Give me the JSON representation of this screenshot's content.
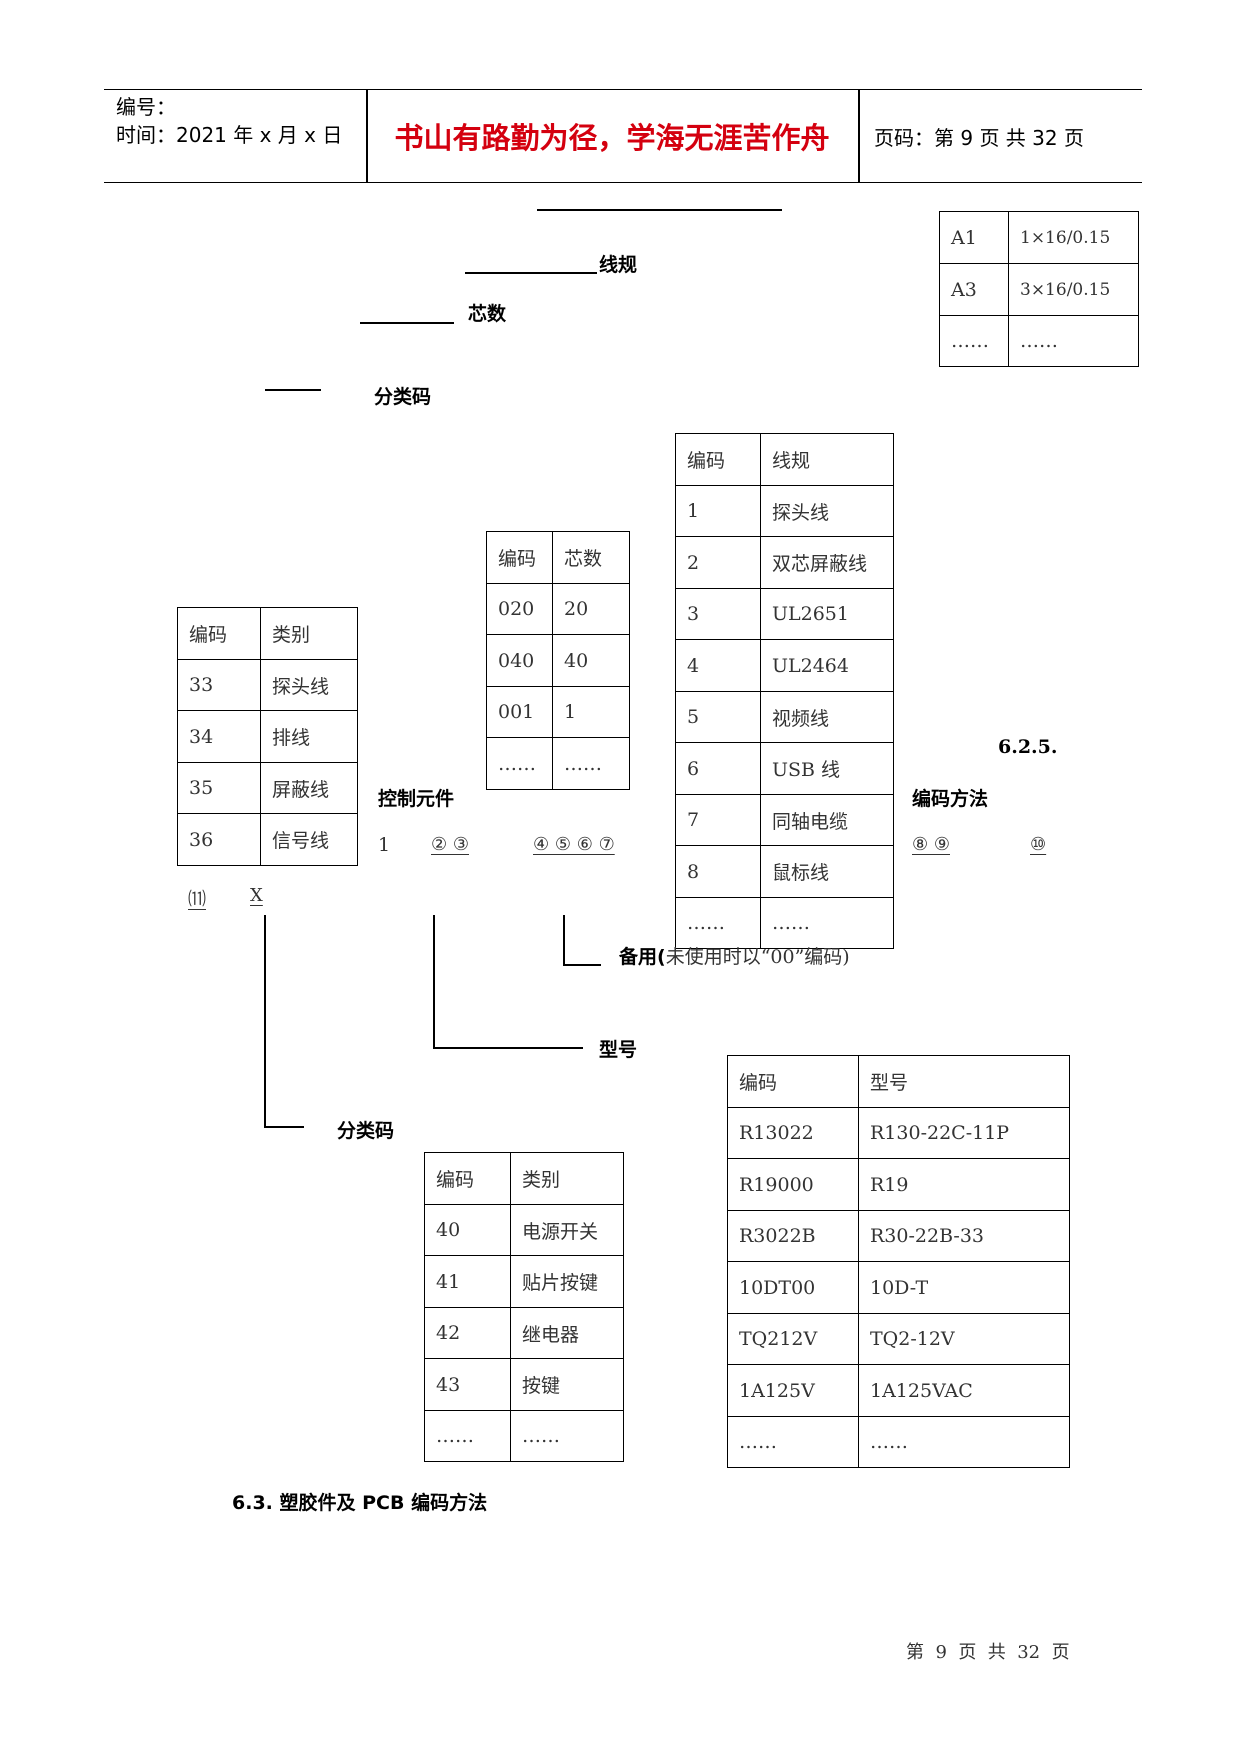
{
  "header": {
    "number_label": "编号：",
    "time_label": "时间：2021 年 x 月 x 日",
    "motto": "书山有路勤为径，学海无涯苦作舟",
    "page_label": "页码：第 9 页  共 32 页"
  },
  "labels": {
    "wire_spec": "线规",
    "core_count": "芯数",
    "category_code_1": "分类码",
    "section_625": "6.2.5.",
    "control_component": "控制元件",
    "coding_method": "编码方法",
    "code_prefix": "1",
    "circ_23": "② ③",
    "circ_4567": "④ ⑤ ⑥ ⑦",
    "circ_89": "⑧ ⑨",
    "circ_10": "⑩",
    "circ_11": "⑾",
    "x_char": "X",
    "reserve_bold": "备用(",
    "reserve_note": "未使用时以“00”编码)",
    "model": "型号",
    "category_code_2": "分类码",
    "section_63": "6.3.  塑胶件及 PCB 编码方法"
  },
  "table_spec": [
    [
      "A1",
      "1×16/0.15"
    ],
    [
      "A3",
      "3×16/0.15"
    ],
    [
      "……",
      "……"
    ]
  ],
  "table_wire": {
    "header": [
      "编码",
      "线规"
    ],
    "rows": [
      [
        "1",
        "探头线"
      ],
      [
        "2",
        "双芯屏蔽线"
      ],
      [
        "3",
        "UL2651"
      ],
      [
        "4",
        "UL2464"
      ],
      [
        "5",
        "视频线"
      ],
      [
        "6",
        "USB 线"
      ],
      [
        "7",
        "同轴电缆"
      ],
      [
        "8",
        "鼠标线"
      ],
      [
        "……",
        "……"
      ]
    ]
  },
  "table_core": {
    "header": [
      "编码",
      "芯数"
    ],
    "rows": [
      [
        "020",
        "20"
      ],
      [
        "040",
        "40"
      ],
      [
        "001",
        "1"
      ],
      [
        "……",
        "……"
      ]
    ]
  },
  "table_cat1": {
    "header": [
      "编码",
      "类别"
    ],
    "rows": [
      [
        "33",
        "探头线"
      ],
      [
        "34",
        "排线"
      ],
      [
        "35",
        "屏蔽线"
      ],
      [
        "36",
        "信号线"
      ]
    ]
  },
  "table_cat2": {
    "header": [
      "编码",
      "类别"
    ],
    "rows": [
      [
        "40",
        "电源开关"
      ],
      [
        "41",
        "贴片按键"
      ],
      [
        "42",
        "继电器"
      ],
      [
        "43",
        "按键"
      ],
      [
        "……",
        "……"
      ]
    ]
  },
  "table_model": {
    "header": [
      "编码",
      "型号"
    ],
    "rows": [
      [
        "R13022",
        "R130-22C-11P"
      ],
      [
        "R19000",
        "R19"
      ],
      [
        "R3022B",
        "R30-22B-33"
      ],
      [
        "10DT00",
        "10D-T"
      ],
      [
        "TQ212V",
        "TQ2-12V"
      ],
      [
        "1A125V",
        "1A125VAC"
      ],
      [
        "……",
        "……"
      ]
    ]
  },
  "footer": "第  9  页  共  32  页"
}
